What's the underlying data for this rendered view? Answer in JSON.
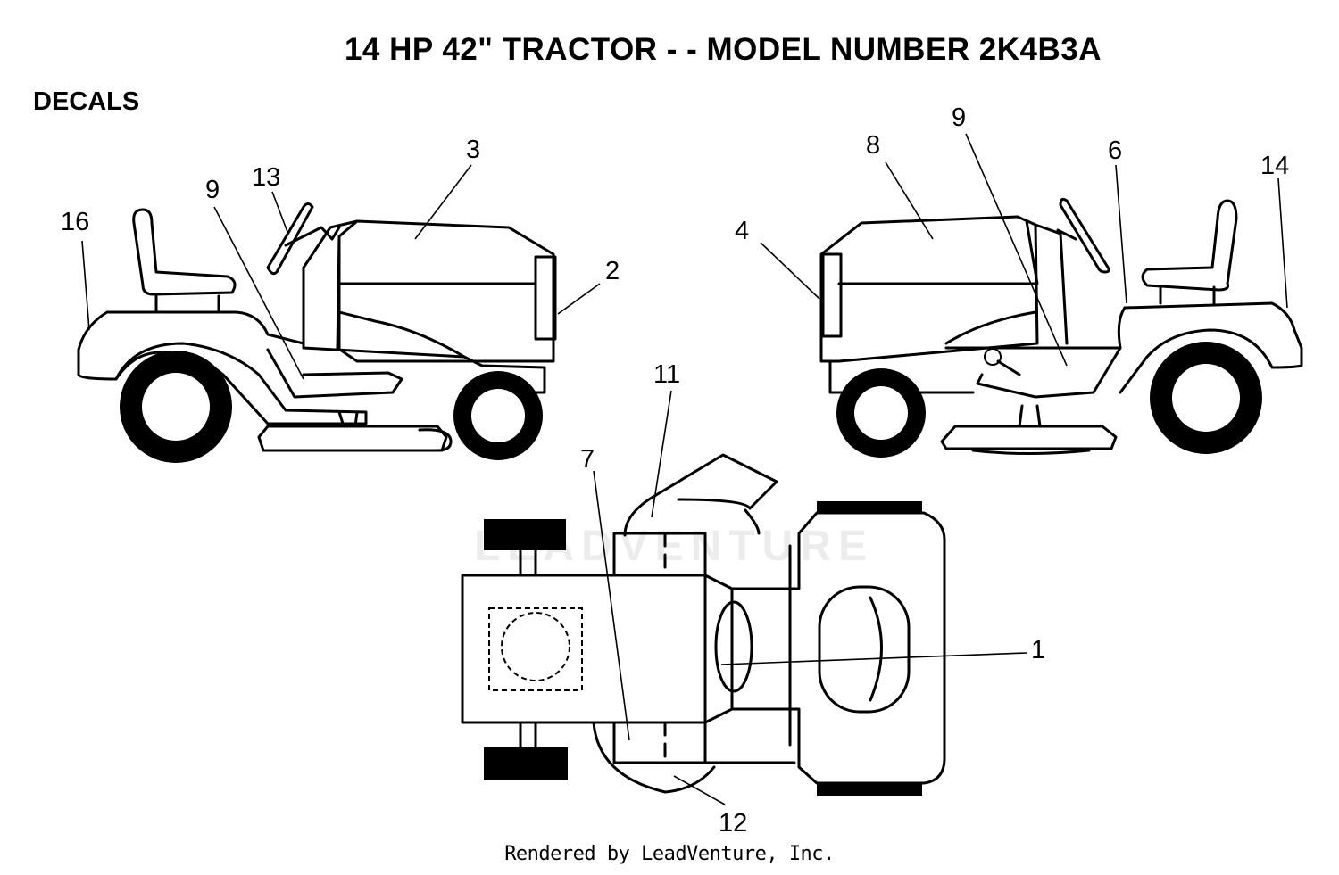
{
  "title": "14 HP 42\" TRACTOR - - MODEL NUMBER 2K4B3A",
  "section_label": "DECALS",
  "footer": "Rendered by LeadVenture, Inc.",
  "watermark": "LEADVENTURE",
  "callouts": {
    "c1": "1",
    "c2": "2",
    "c3": "3",
    "c4": "4",
    "c6": "6",
    "c7": "7",
    "c8": "8",
    "c9_left": "9",
    "c9_right": "9",
    "c11": "11",
    "c12": "12",
    "c13": "13",
    "c14": "14",
    "c16": "16"
  },
  "colors": {
    "ink": "#000000",
    "watermark": "#ececec",
    "background": "#ffffff"
  }
}
